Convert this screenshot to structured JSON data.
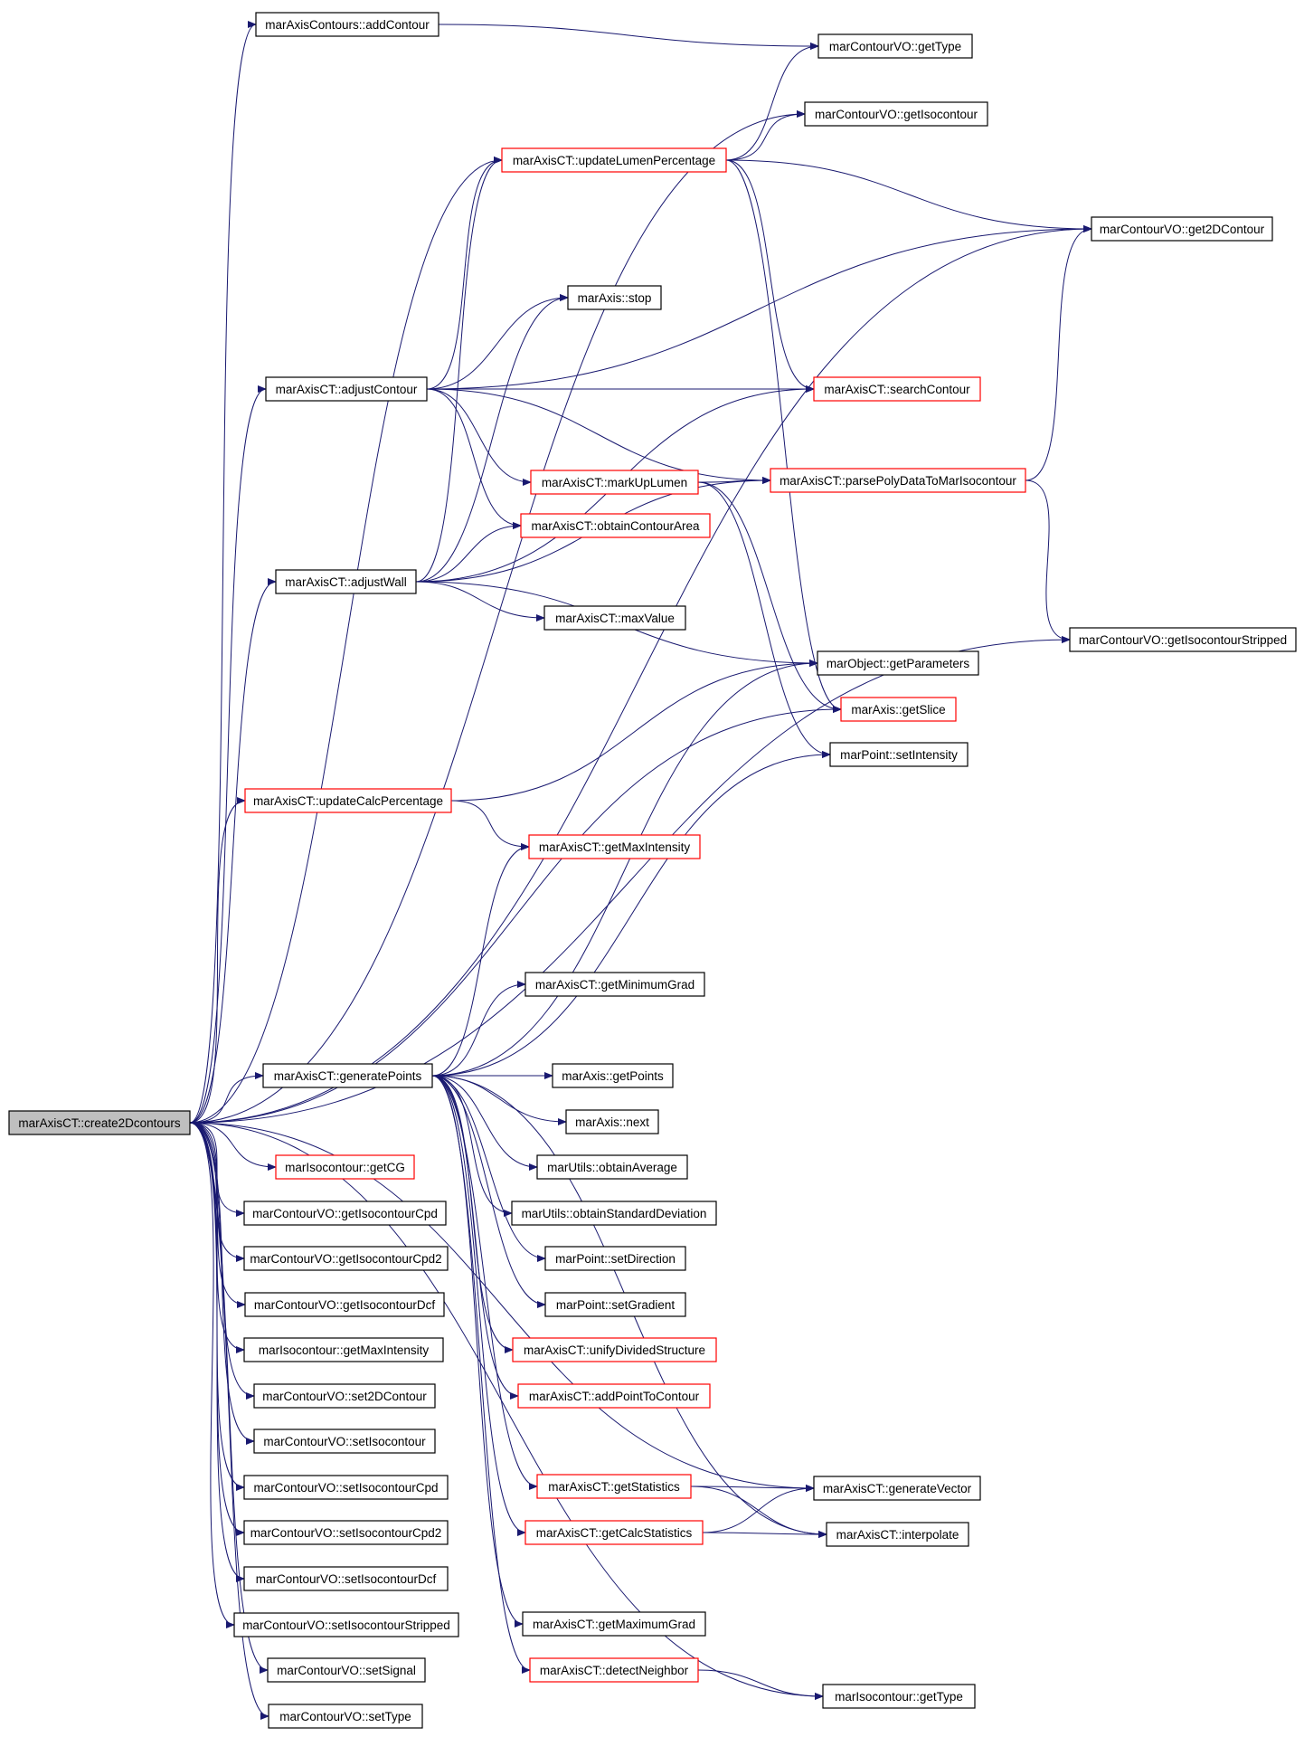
{
  "title": "",
  "colors": {
    "edge": "#191970",
    "node_border": "#000000",
    "node_border_highlight": "#ff0000",
    "root_fill": "#bfbfbf",
    "node_fill": "#ffffff"
  },
  "nodes": [
    {
      "id": "root",
      "label": "marAxisCT::create2Dcontours",
      "root": true
    },
    {
      "id": "addContour",
      "label": "marAxisContours::addContour"
    },
    {
      "id": "getType_vo",
      "label": "marContourVO::getType"
    },
    {
      "id": "getIsocontour",
      "label": "marContourVO::getIsocontour"
    },
    {
      "id": "updateLumen",
      "label": "marAxisCT::updateLumenPercentage",
      "has_more": true
    },
    {
      "id": "get2D",
      "label": "marContourVO::get2DContour"
    },
    {
      "id": "stop",
      "label": "marAxis::stop"
    },
    {
      "id": "adjustContour",
      "label": "marAxisCT::adjustContour"
    },
    {
      "id": "searchContour",
      "label": "marAxisCT::searchContour",
      "has_more": true
    },
    {
      "id": "markUpLumen",
      "label": "marAxisCT::markUpLumen",
      "has_more": true
    },
    {
      "id": "parsePoly",
      "label": "marAxisCT::parsePolyDataToMarIsocontour",
      "has_more": true
    },
    {
      "id": "obtainArea",
      "label": "marAxisCT::obtainContourArea",
      "has_more": true
    },
    {
      "id": "adjustWall",
      "label": "marAxisCT::adjustWall"
    },
    {
      "id": "maxValue",
      "label": "marAxisCT::maxValue"
    },
    {
      "id": "isoStripped",
      "label": "marContourVO::getIsocontourStripped"
    },
    {
      "id": "getParams",
      "label": "marObject::getParameters"
    },
    {
      "id": "getSlice",
      "label": "marAxis::getSlice",
      "has_more": true
    },
    {
      "id": "setIntensity",
      "label": "marPoint::setIntensity"
    },
    {
      "id": "updateCalc",
      "label": "marAxisCT::updateCalcPercentage",
      "has_more": true
    },
    {
      "id": "getMaxIntensity",
      "label": "marAxisCT::getMaxIntensity",
      "has_more": true
    },
    {
      "id": "getMinGrad",
      "label": "marAxisCT::getMinimumGrad"
    },
    {
      "id": "generatePoints",
      "label": "marAxisCT::generatePoints"
    },
    {
      "id": "getPoints",
      "label": "marAxis::getPoints"
    },
    {
      "id": "next",
      "label": "marAxis::next"
    },
    {
      "id": "obtainAvg",
      "label": "marUtils::obtainAverage"
    },
    {
      "id": "obtainStd",
      "label": "marUtils::obtainStandardDeviation"
    },
    {
      "id": "setDirection",
      "label": "marPoint::setDirection"
    },
    {
      "id": "setGradient",
      "label": "marPoint::setGradient"
    },
    {
      "id": "unify",
      "label": "marAxisCT::unifyDividedStructure",
      "has_more": true
    },
    {
      "id": "addPoint",
      "label": "marAxisCT::addPointToContour",
      "has_more": true
    },
    {
      "id": "getStats",
      "label": "marAxisCT::getStatistics",
      "has_more": true
    },
    {
      "id": "genVector",
      "label": "marAxisCT::generateVector"
    },
    {
      "id": "getCalcStats",
      "label": "marAxisCT::getCalcStatistics",
      "has_more": true
    },
    {
      "id": "interpolate",
      "label": "marAxisCT::interpolate"
    },
    {
      "id": "getMaxGrad",
      "label": "marAxisCT::getMaximumGrad"
    },
    {
      "id": "detectNeighbor",
      "label": "marAxisCT::detectNeighbor",
      "has_more": true
    },
    {
      "id": "isoGetType",
      "label": "marIsocontour::getType"
    },
    {
      "id": "getCG",
      "label": "marIsocontour::getCG",
      "has_more": true
    },
    {
      "id": "getIsoCpd",
      "label": "marContourVO::getIsocontourCpd"
    },
    {
      "id": "getIsoCpd2",
      "label": "marContourVO::getIsocontourCpd2"
    },
    {
      "id": "getIsoDcf",
      "label": "marContourVO::getIsocontourDcf"
    },
    {
      "id": "isoGetMaxInt",
      "label": "marIsocontour::getMaxIntensity"
    },
    {
      "id": "set2D",
      "label": "marContourVO::set2DContour"
    },
    {
      "id": "setIso",
      "label": "marContourVO::setIsocontour"
    },
    {
      "id": "setIsoCpd",
      "label": "marContourVO::setIsocontourCpd"
    },
    {
      "id": "setIsoCpd2",
      "label": "marContourVO::setIsocontourCpd2"
    },
    {
      "id": "setIsoDcf",
      "label": "marContourVO::setIsocontourDcf"
    },
    {
      "id": "setIsoStripped",
      "label": "marContourVO::setIsocontourStripped"
    },
    {
      "id": "setSignal",
      "label": "marContourVO::setSignal"
    },
    {
      "id": "setType",
      "label": "marContourVO::setType"
    }
  ],
  "edges": [
    [
      "root",
      "addContour"
    ],
    [
      "root",
      "getIsocontour"
    ],
    [
      "root",
      "updateLumen"
    ],
    [
      "root",
      "get2D"
    ],
    [
      "root",
      "adjustContour"
    ],
    [
      "root",
      "adjustWall"
    ],
    [
      "root",
      "getSlice"
    ],
    [
      "root",
      "updateCalc"
    ],
    [
      "root",
      "isoStripped"
    ],
    [
      "root",
      "generatePoints"
    ],
    [
      "root",
      "getCG"
    ],
    [
      "root",
      "getIsoCpd"
    ],
    [
      "root",
      "getIsoCpd2"
    ],
    [
      "root",
      "getIsoDcf"
    ],
    [
      "root",
      "isoGetMaxInt"
    ],
    [
      "root",
      "set2D"
    ],
    [
      "root",
      "setIso"
    ],
    [
      "root",
      "setIsoCpd"
    ],
    [
      "root",
      "setIsoCpd2"
    ],
    [
      "root",
      "setIsoDcf"
    ],
    [
      "root",
      "setIsoStripped"
    ],
    [
      "root",
      "setSignal"
    ],
    [
      "root",
      "setType"
    ],
    [
      "root",
      "genVector"
    ],
    [
      "root",
      "isoGetType"
    ],
    [
      "addContour",
      "getType_vo"
    ],
    [
      "updateLumen",
      "getType_vo"
    ],
    [
      "updateLumen",
      "getIsocontour"
    ],
    [
      "updateLumen",
      "get2D"
    ],
    [
      "updateLumen",
      "searchContour"
    ],
    [
      "updateLumen",
      "getSlice"
    ],
    [
      "adjustContour",
      "updateLumen"
    ],
    [
      "adjustContour",
      "get2D"
    ],
    [
      "adjustContour",
      "stop"
    ],
    [
      "adjustContour",
      "searchContour"
    ],
    [
      "adjustContour",
      "markUpLumen"
    ],
    [
      "adjustContour",
      "parsePoly"
    ],
    [
      "adjustContour",
      "obtainArea"
    ],
    [
      "adjustWall",
      "stop"
    ],
    [
      "adjustWall",
      "searchContour"
    ],
    [
      "adjustWall",
      "parsePoly"
    ],
    [
      "adjustWall",
      "obtainArea"
    ],
    [
      "adjustWall",
      "maxValue"
    ],
    [
      "adjustWall",
      "getParams"
    ],
    [
      "adjustWall",
      "updateLumen"
    ],
    [
      "markUpLumen",
      "parsePoly"
    ],
    [
      "markUpLumen",
      "getSlice"
    ],
    [
      "markUpLumen",
      "setIntensity"
    ],
    [
      "parsePoly",
      "get2D"
    ],
    [
      "parsePoly",
      "isoStripped"
    ],
    [
      "updateCalc",
      "getParams"
    ],
    [
      "updateCalc",
      "getMaxIntensity"
    ],
    [
      "generatePoints",
      "getMaxIntensity"
    ],
    [
      "generatePoints",
      "getMinGrad"
    ],
    [
      "generatePoints",
      "getPoints"
    ],
    [
      "generatePoints",
      "next"
    ],
    [
      "generatePoints",
      "obtainAvg"
    ],
    [
      "generatePoints",
      "obtainStd"
    ],
    [
      "generatePoints",
      "setDirection"
    ],
    [
      "generatePoints",
      "setGradient"
    ],
    [
      "generatePoints",
      "unify"
    ],
    [
      "generatePoints",
      "addPoint"
    ],
    [
      "generatePoints",
      "getStats"
    ],
    [
      "generatePoints",
      "getCalcStats"
    ],
    [
      "generatePoints",
      "getMaxGrad"
    ],
    [
      "generatePoints",
      "detectNeighbor"
    ],
    [
      "generatePoints",
      "getParams"
    ],
    [
      "generatePoints",
      "setIntensity"
    ],
    [
      "generatePoints",
      "interpolate"
    ],
    [
      "getStats",
      "genVector"
    ],
    [
      "getStats",
      "interpolate"
    ],
    [
      "getCalcStats",
      "genVector"
    ],
    [
      "getCalcStats",
      "interpolate"
    ],
    [
      "detectNeighbor",
      "isoGetType"
    ]
  ]
}
